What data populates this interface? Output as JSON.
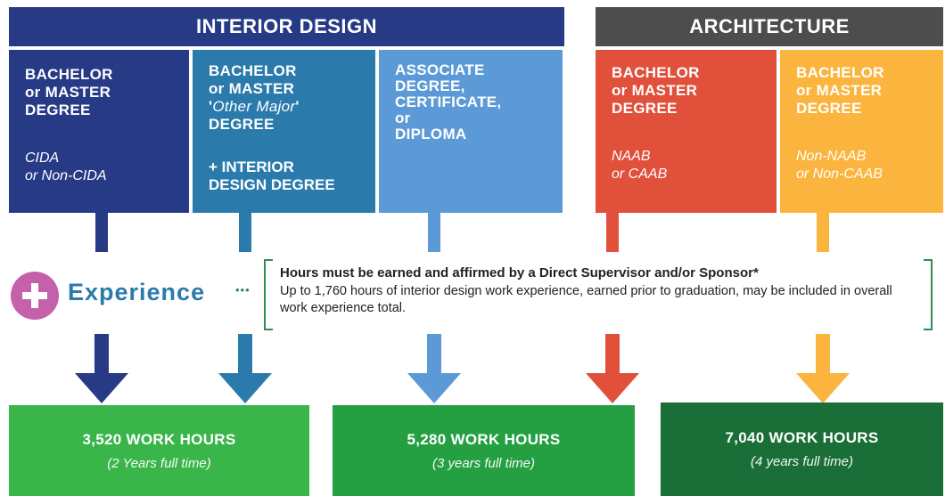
{
  "headers": {
    "interior": "INTERIOR DESIGN",
    "architecture": "ARCHITECTURE"
  },
  "boxes": [
    {
      "degree": "BACHELOR\nor MASTER\nDEGREE",
      "sub": "CIDA\nor Non-CIDA",
      "color": "#273a86"
    },
    {
      "degree_pre": "BACHELOR\nor MASTER\n'",
      "degree_italic": "Other Major",
      "degree_post": "'\nDEGREE",
      "extra": "+ INTERIOR\nDESIGN DEGREE",
      "color": "#2a7bab"
    },
    {
      "degree": "ASSOCIATE\nDEGREE,\nCERTIFICATE,\nor\nDIPLOMA",
      "color": "#5b9ad6"
    },
    {
      "degree": "BACHELOR\nor MASTER\nDEGREE",
      "sub": "NAAB\nor CAAB",
      "color": "#e0503b"
    },
    {
      "degree": "BACHELOR\nor MASTER\nDEGREE",
      "sub": "Non-NAAB\nor Non-CAAB",
      "color": "#fbb53f"
    }
  ],
  "experience": {
    "plus_icon": "plus-circle-icon",
    "label": "Experience",
    "dots": "•••",
    "note_title": "Hours must be earned and affirmed by a Direct Supervisor and/or Sponsor*",
    "note_body": "Up to 1,760 hours of interior design work experience, earned prior to graduation, may be included in overall work experience total."
  },
  "results": [
    {
      "hours": "3,520 WORK HOURS",
      "years": "(2 Years full time)",
      "color": "#39b54a"
    },
    {
      "hours": "5,280 WORK HOURS",
      "years": "(3 years full time)",
      "color": "#24a043"
    },
    {
      "hours": "7,040 WORK HOURS",
      "years": "(4 years full time)",
      "color": "#1a6e37"
    }
  ],
  "colors": {
    "interior_header": "#273a86",
    "architecture_header": "#4d4d4d",
    "experience_text": "#2a7bab",
    "plus_circle": "#c561ab",
    "bracket": "#2e8b57"
  }
}
